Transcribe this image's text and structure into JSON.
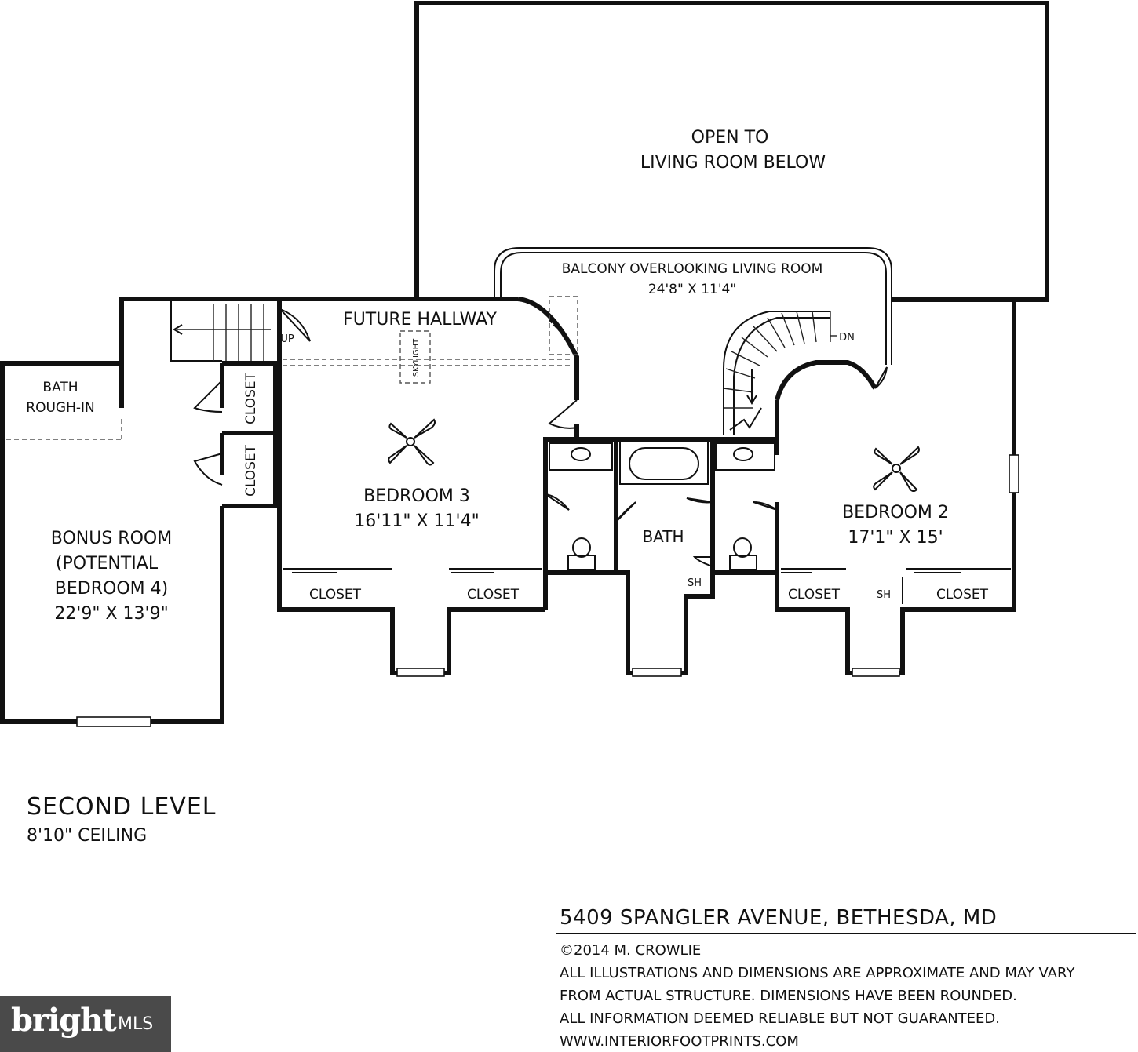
{
  "rooms": {
    "open_to_living": {
      "line1": "OPEN TO",
      "line2": "LIVING ROOM BELOW"
    },
    "balcony": {
      "name": "BALCONY OVERLOOKING LIVING ROOM",
      "dims": "24'8\" X 11'4\""
    },
    "future_hallway": "FUTURE HALLWAY",
    "skylight": "SKYLIGHT",
    "stairs_up": "UP",
    "stairs_down": "DN",
    "bath_rough_in": {
      "line1": "BATH",
      "line2": "ROUGH-IN"
    },
    "bonus_room": {
      "line1": "BONUS ROOM",
      "line2": "(POTENTIAL",
      "line3": "BEDROOM 4)",
      "dims": "22'9\" X 13'9\""
    },
    "bedroom3": {
      "name": "BEDROOM 3",
      "dims": "16'11\" X 11'4\""
    },
    "bedroom2": {
      "name": "BEDROOM 2",
      "dims": "17'1\" X 15'"
    },
    "bath": "BATH",
    "closet": "CLOSET",
    "shelf": "SH"
  },
  "level": {
    "title": "SECOND LEVEL",
    "ceiling": "8'10\" CEILING"
  },
  "footer": {
    "address": "5409 SPANGLER AVENUE, BETHESDA, MD",
    "copyright": "©2014 M. CROWLIE",
    "disclaimer1": "ALL ILLUSTRATIONS AND DIMENSIONS ARE APPROXIMATE AND MAY VARY",
    "disclaimer2": "FROM ACTUAL STRUCTURE. DIMENSIONS HAVE BEEN ROUNDED.",
    "disclaimer3": "ALL INFORMATION DEEMED RELIABLE BUT NOT GUARANTEED.",
    "website": "WWW.INTERIORFOOTPRINTS.COM"
  },
  "watermark": {
    "brand": "bright",
    "suffix": "MLS"
  }
}
